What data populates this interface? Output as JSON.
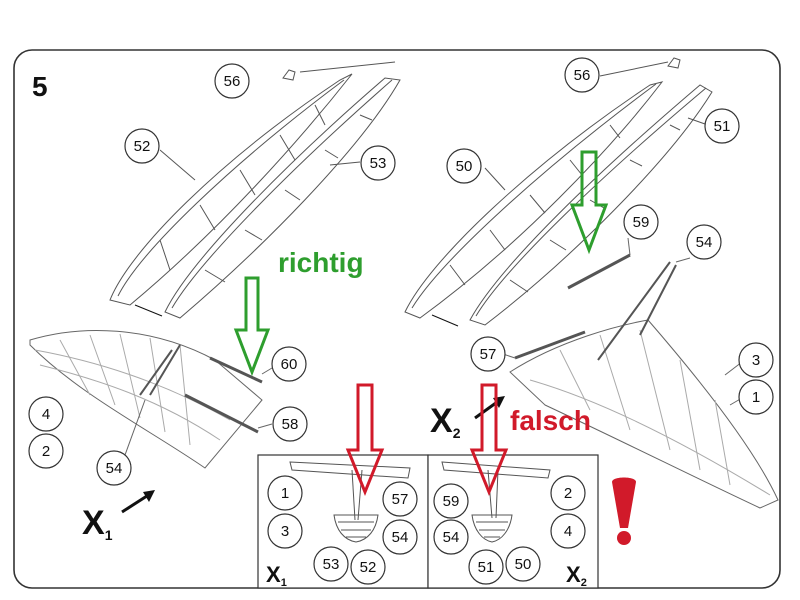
{
  "step": {
    "number": "5"
  },
  "labels": {
    "correct": "richtig",
    "wrong": "falsch"
  },
  "views": {
    "x1": {
      "main": "X",
      "sub": "1"
    },
    "x2": {
      "main": "X",
      "sub": "2"
    }
  },
  "parts": {
    "p56_left": "56",
    "p52_left": "52",
    "p53": "53",
    "p60": "60",
    "p58": "58",
    "p54_left": "54",
    "p4_left": "4",
    "p2_left": "2",
    "p56_right": "56",
    "p51_right": "51",
    "p50_right": "50",
    "p59_right": "59",
    "p54_right": "54",
    "p57_right": "57",
    "p3_right": "3",
    "p1_right": "1",
    "d1_1": "1",
    "d1_3": "3",
    "d1_57": "57",
    "d1_54": "54",
    "d1_53": "53",
    "d1_52": "52",
    "d2_59": "59",
    "d2_2": "2",
    "d2_54": "54",
    "d2_4": "4",
    "d2_51": "51",
    "d2_50": "50"
  },
  "colors": {
    "correct": "#2e9e2e",
    "wrong": "#d11a2a",
    "line": "#555555",
    "frame": "#333333"
  },
  "icons": {
    "warning": "exclamation-icon",
    "down_arrow_correct": "down-arrow-icon",
    "down_arrow_wrong": "down-arrow-icon"
  }
}
